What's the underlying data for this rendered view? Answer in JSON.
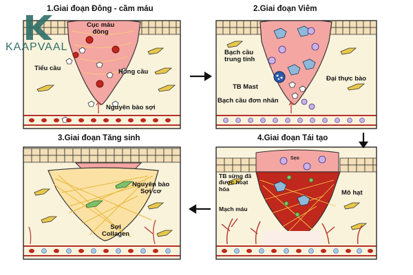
{
  "logo": {
    "text": "KAAPVAAL"
  },
  "panels": [
    {
      "title": "1.Giai đoạn Đông - cầm máu",
      "labels": {
        "clot": "Cục máu\nđông",
        "platelet": "Tiểu cầu",
        "rbc": "Hồng cầu",
        "fibro": "Nguyên bào sợi"
      }
    },
    {
      "title": "2.Giai đoạn Viêm",
      "labels": {
        "neutrophil": "Bạch cầu\ntrung tính",
        "mast": "TB Mast",
        "macrophage": "Đại thực bào",
        "mono": "Bạch cầu đơn nhân"
      }
    },
    {
      "title": "3.Giai đoạn Tăng sinh",
      "labels": {
        "myofibro": "Nguyên bào\nSợi cơ",
        "collagen": "Sợi\nCollagen"
      }
    },
    {
      "title": "4.Giai đoạn Tái tạo",
      "labels": {
        "scab": "Sẹo",
        "keratin": "TB sừng đã\nđược hoạt\nhóa",
        "granulation": "Mô hạt",
        "vessel": "Mạch máu"
      }
    }
  ],
  "colors": {
    "tissue": "#faf3dc",
    "skin": "#f3dfb8",
    "wound_pink": "#f4a6a3",
    "wound_red": "#c0271d",
    "vessel": "#b3322a",
    "prolif": "#fbe2a4",
    "teal": "#2f6f69"
  }
}
